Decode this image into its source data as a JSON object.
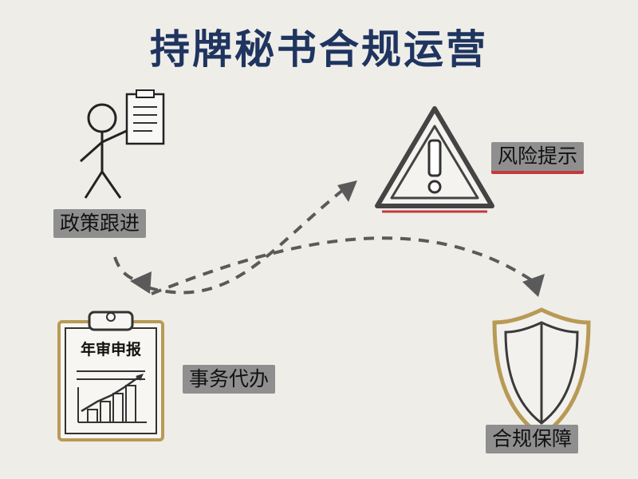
{
  "title": "持牌秘书合规运营",
  "nodes": {
    "policy": {
      "label": "政策跟进",
      "icon": "person-holding-document-icon"
    },
    "risk": {
      "label": "风险提示",
      "icon": "warning-triangle-icon"
    },
    "agency": {
      "label": "事务代办",
      "icon": "clipboard-chart-icon",
      "clipboard_text": "年审申报"
    },
    "guarantee": {
      "label": "合规保障",
      "icon": "shield-icon"
    }
  },
  "colors": {
    "title": "#1f3560",
    "label_bg": "#8f8f8f",
    "accent_red": "#c23a3e",
    "gold_frame": "#b89a55",
    "arrow": "#5a5a5a"
  }
}
